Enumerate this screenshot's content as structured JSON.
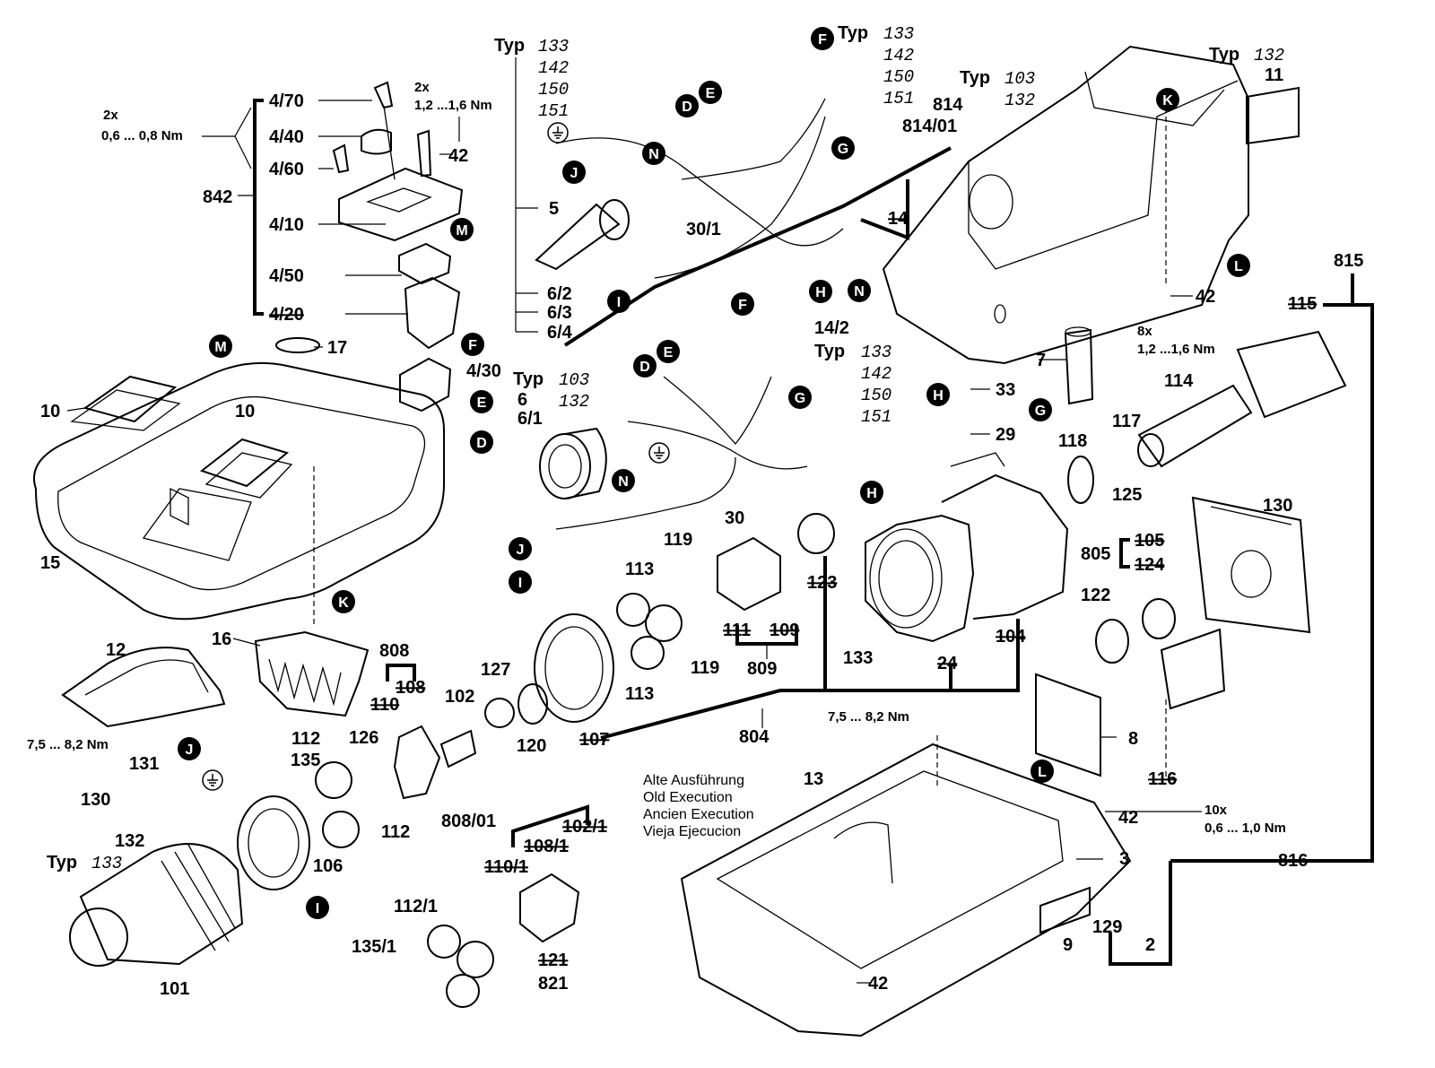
{
  "diagram": {
    "labels": {
      "twox_a": "2x",
      "torque_06_08": "0,6 ... 0,8 Nm",
      "p4_70": "4/70",
      "p4_40": "4/40",
      "p4_60": "4/60",
      "p842": "842",
      "p4_10": "4/10",
      "p4_50": "4/50",
      "p4_20": "4/20",
      "p4_30": "4/30",
      "twox_b": "2x",
      "torque_12_16_a": "1,2 ...1,6 Nm",
      "p42_a": "42",
      "typ_a": "Typ",
      "p5": "5",
      "p6_2": "6/2",
      "p6_3": "6/3",
      "p6_4": "6/4",
      "p30_1": "30/1",
      "typ_b": "Typ",
      "typ_c": "Typ",
      "p814": "814",
      "p814_01": "814/01",
      "typ_d": "Typ",
      "p11": "11",
      "p14": "14",
      "p14_2": "14/2",
      "typ_e": "Typ",
      "p42_b": "42",
      "eightx": "8x",
      "torque_12_16_b": "1,2 ...1,6 Nm",
      "p815": "815",
      "p115": "115",
      "p114": "114",
      "p7": "7",
      "p33": "33",
      "p29": "29",
      "p118": "118",
      "p117": "117",
      "p125": "125",
      "p130_a": "130",
      "p17": "17",
      "p10_a": "10",
      "p10_b": "10",
      "p15": "15",
      "p16": "16",
      "p12": "12",
      "typ_f": "Typ",
      "p6": "6",
      "p6_1": "6/1",
      "p30": "30",
      "p119_a": "119",
      "p113_a": "113",
      "p119_b": "119",
      "p113_b": "113",
      "p123": "123",
      "p111": "111",
      "p109": "109",
      "p809": "809",
      "p133": "133",
      "p104": "104",
      "p805": "805",
      "p105": "105",
      "p124": "124",
      "p122": "122",
      "p24": "24",
      "torque_75_82_a": "7,5 ... 8,2 Nm",
      "p804": "804",
      "p808": "808",
      "p110": "110",
      "p108": "108",
      "p127": "127",
      "p102": "102",
      "p107": "107",
      "p120": "120",
      "p8": "8",
      "p116": "116",
      "torque_75_82_b": "7,5 ... 8,2 Nm",
      "p112_a": "112",
      "p126": "126",
      "p135": "135",
      "p112_b": "112",
      "p130_b": "130",
      "p131": "131",
      "p132": "132",
      "typ_g": "Typ",
      "p106": "106",
      "p101": "101",
      "p13": "13",
      "p42_c": "42",
      "tenx": "10x",
      "torque_06_10": "0,6 ... 1,0 Nm",
      "p816": "816",
      "p3": "3",
      "p129": "129",
      "p9": "9",
      "p2": "2",
      "p42_d": "42",
      "p808_01": "808/01",
      "p108_1": "108/1",
      "p102_1": "102/1",
      "p110_1": "110/1",
      "p112_1": "112/1",
      "p135_1": "135/1",
      "p121": "121",
      "p821": "821"
    },
    "type_lists": {
      "t_a": [
        "133",
        "142",
        "150",
        "151"
      ],
      "t_b": [
        "133",
        "142",
        "150",
        "151"
      ],
      "t_c": [
        "103",
        "132"
      ],
      "t_d": [
        "132"
      ],
      "t_e": [
        "133",
        "142",
        "150",
        "151"
      ],
      "t_f": [
        "103",
        "132"
      ],
      "t_g": [
        "133"
      ]
    },
    "legend_old": [
      "Alte Ausführung",
      "Old Execution",
      "Ancien Execution",
      "Vieja Ejecucion"
    ],
    "markers": {
      "m_F1": "F",
      "m_E1": "E",
      "m_D1": "D",
      "m_G1": "G",
      "m_N1": "N",
      "m_J1": "J",
      "m_I1": "I",
      "m_H1": "H",
      "m_N2": "N",
      "m_K1": "K",
      "m_L1": "L",
      "m_M1": "M",
      "m_F2": "F",
      "m_E2": "E",
      "m_D2": "D",
      "m_M2": "M",
      "m_F3": "F",
      "m_E3": "E",
      "m_D3": "D",
      "m_G2": "G",
      "m_N3": "N",
      "m_J2": "J",
      "m_I2": "I",
      "m_H2": "H",
      "m_H3": "H",
      "m_G3": "G",
      "m_K2": "K",
      "m_J3": "J",
      "m_I3": "I",
      "m_L2": "L"
    }
  }
}
